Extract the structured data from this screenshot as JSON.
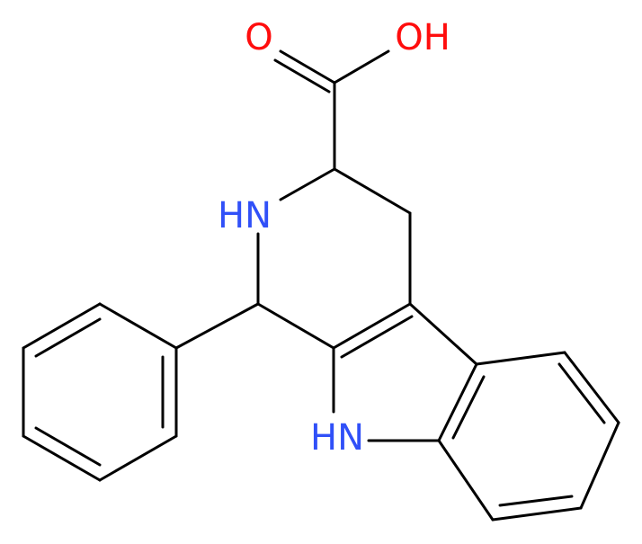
{
  "molecule": {
    "atom_labels": {
      "carbonyl_oxygen": "O",
      "hydroxyl": "OH",
      "amine_nh": "HN",
      "indole_nh": "HN"
    },
    "colors": {
      "bond": "#000000",
      "oxygen": "#ff0d0d",
      "nitrogen": "#3050f8"
    }
  }
}
